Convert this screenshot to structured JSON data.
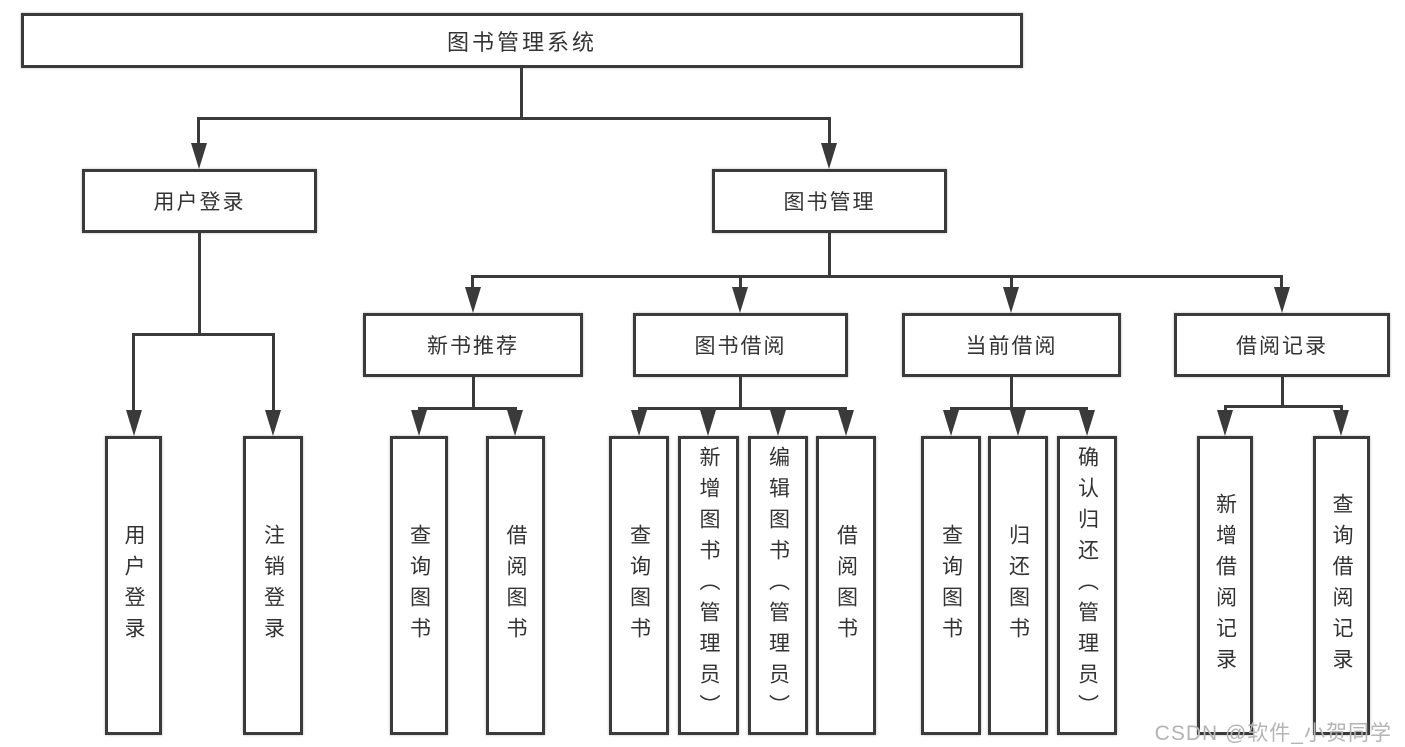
{
  "colors": {
    "line": "#3a3a3a",
    "text": "#333333",
    "watermark": "#b4b4b4",
    "bg": "#ffffff"
  },
  "nodes": {
    "root": {
      "label": "图书管理系统"
    },
    "level2": [
      {
        "label": "用户登录"
      },
      {
        "label": "图书管理"
      }
    ],
    "level3": [
      {
        "label": "新书推荐"
      },
      {
        "label": "图书借阅"
      },
      {
        "label": "当前借阅"
      },
      {
        "label": "借阅记录"
      }
    ],
    "leaves": [
      {
        "label": "用户登录"
      },
      {
        "label": "注销登录"
      },
      {
        "label": "查询图书"
      },
      {
        "label": "借阅图书"
      },
      {
        "label": "查询图书"
      },
      {
        "label": "新增图书（管理员）"
      },
      {
        "label": "编辑图书（管理员）"
      },
      {
        "label": "借阅图书"
      },
      {
        "label": "查询图书"
      },
      {
        "label": "归还图书"
      },
      {
        "label": "确认归还（管理员）"
      },
      {
        "label": "新增借阅记录"
      },
      {
        "label": "查询借阅记录"
      }
    ]
  },
  "watermark": {
    "text": "CSDN @软件_小贺同学"
  }
}
